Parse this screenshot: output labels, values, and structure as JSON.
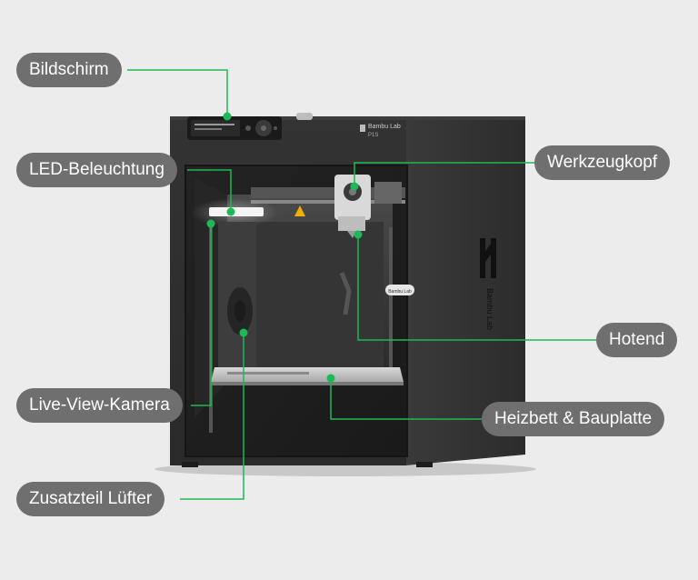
{
  "printer": {
    "brand_top": "Bambu Lab",
    "model": "P1S",
    "door_badge": "Bambu Lab",
    "side_brand": "Bambu Lab"
  },
  "labels": [
    {
      "id": "bildschirm",
      "text": "Bildschirm"
    },
    {
      "id": "led",
      "text": "LED-Beleuchtung"
    },
    {
      "id": "kamera",
      "text": "Live-View-Kamera"
    },
    {
      "id": "luefter",
      "text": "Zusatzteil Lüfter"
    },
    {
      "id": "werkzeugkopf",
      "text": "Werkzeugkopf"
    },
    {
      "id": "hotend",
      "text": "Hotend"
    },
    {
      "id": "heizbett",
      "text": "Heizbett & Bauplatte"
    }
  ],
  "colors": {
    "background": "#ececec",
    "label_bg": "#6f6f6f",
    "callout_green": "#1db954",
    "printer_body": "#2e2e2e"
  }
}
